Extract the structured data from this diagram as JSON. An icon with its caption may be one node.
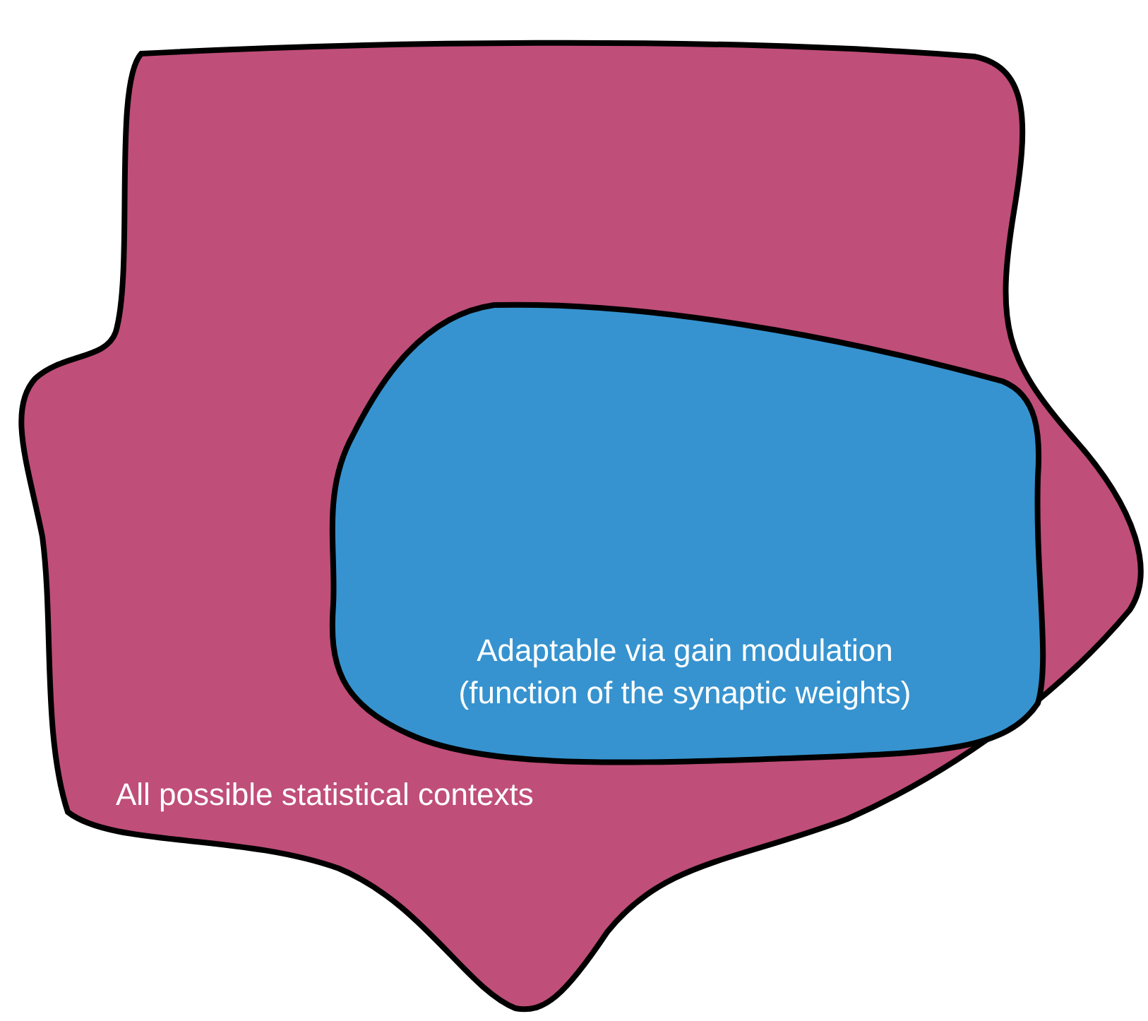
{
  "diagram": {
    "nodes": [
      {
        "text": [
          "All possible statistical contexts"
        ]
      },
      {
        "text": [
          "Adaptable via gain modulation (function of the synaptic weights)"
        ],
        "in": 0
      }
    ]
  }
}
